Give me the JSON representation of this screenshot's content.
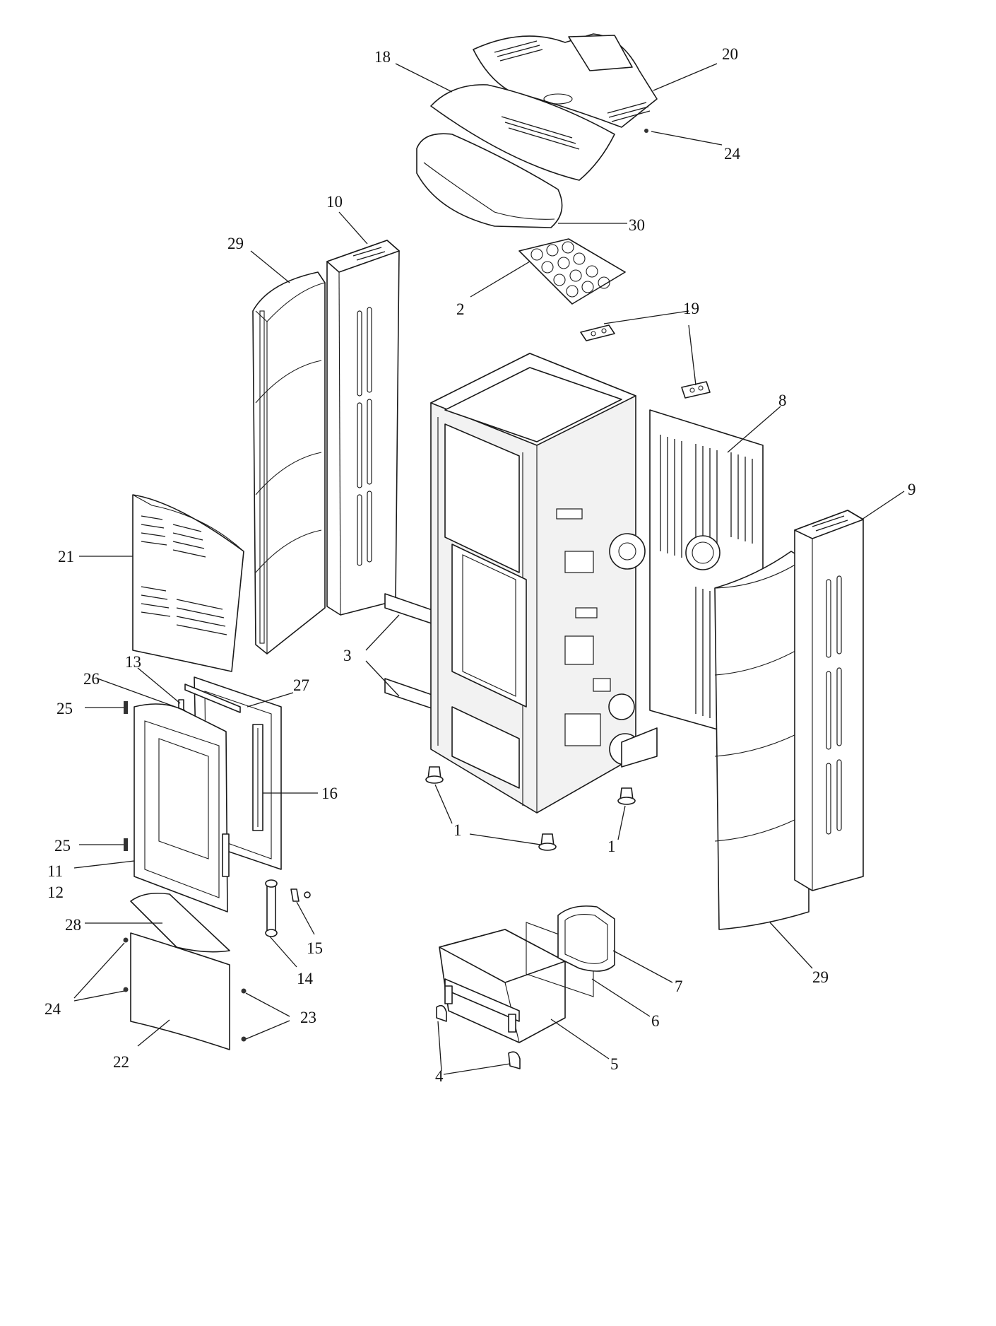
{
  "diagram": {
    "callouts": {
      "c18": "18",
      "c20": "20",
      "c24_top": "24",
      "c30": "30",
      "c10": "10",
      "c29_left": "29",
      "c2": "2",
      "c19": "19",
      "c8": "8",
      "c9": "9",
      "c21": "21",
      "c3": "3",
      "c26": "26",
      "c13": "13",
      "c27": "27",
      "c25_top": "25",
      "c16": "16",
      "c1_left": "1",
      "c1_right": "1",
      "c25_bottom": "25",
      "c11": "11",
      "c12": "12",
      "c28": "28",
      "c15": "15",
      "c14": "14",
      "c24_bottom": "24",
      "c23": "23",
      "c22": "22",
      "c7": "7",
      "c6": "6",
      "c5": "5",
      "c4": "4",
      "c29_right": "29"
    }
  }
}
